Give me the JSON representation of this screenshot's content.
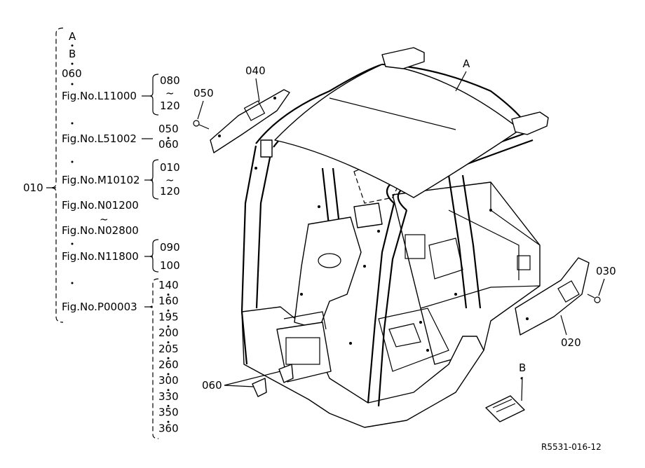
{
  "index": {
    "main_ref": "010",
    "top_refs": [
      "A",
      "B",
      "060"
    ],
    "groups": [
      {
        "fig": "Fig.No.L11000",
        "refs": [
          "080",
          "~",
          "120"
        ]
      },
      {
        "fig": "Fig.No.L51002",
        "refs": [
          "050",
          "060"
        ]
      },
      {
        "fig": "Fig.No.M10102",
        "refs": [
          "010",
          "~",
          "120"
        ]
      },
      {
        "fig": "Fig.No.N01200",
        "refs": []
      },
      {
        "fig": "~",
        "refs": []
      },
      {
        "fig": "Fig.No.N02800",
        "refs": []
      },
      {
        "fig": "Fig.No.N11800",
        "refs": [
          "090",
          "100"
        ]
      },
      {
        "fig": "Fig.No.P00003",
        "refs": [
          "140",
          "160",
          "195",
          "200",
          "205",
          "260",
          "300",
          "330",
          "350",
          "360"
        ]
      }
    ]
  },
  "callouts": {
    "c040": "040",
    "c050": "050",
    "cA": "A",
    "c030": "030",
    "c020": "020",
    "cB": "B",
    "c060": "060"
  },
  "drawing_code": "R5531-016-12"
}
